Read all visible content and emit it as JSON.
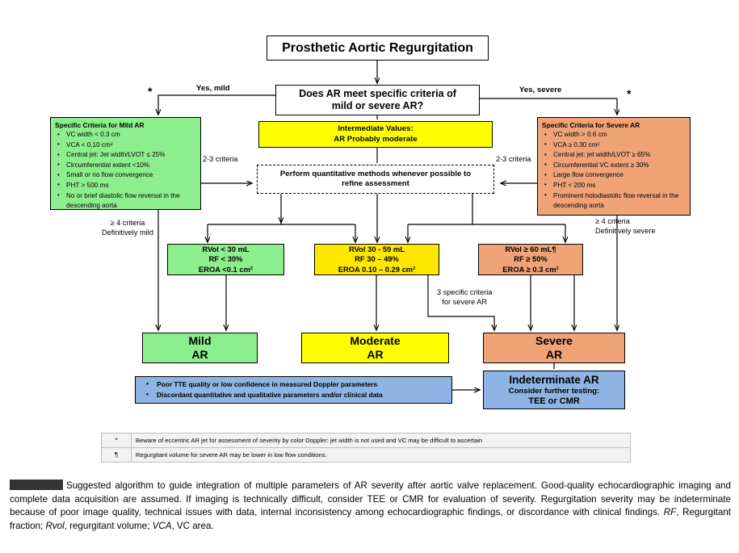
{
  "figure": {
    "title": "Prosthetic Aortic Regurgitation",
    "decision": "Does AR meet specific criteria of\nmild or severe AR?",
    "edge_labels": {
      "yes_mild": "Yes, mild",
      "yes_severe": "Yes, severe",
      "asterisk": "*",
      "two_three_left": "2-3 criteria",
      "two_three_right": "2-3 criteria",
      "ge4_left": "≥ 4 criteria\nDefinitively mild",
      "ge4_right": "≥ 4 criteria\nDefinitively severe",
      "three_specific": "3 specific criteria\nfor severe AR"
    },
    "mild_criteria": {
      "heading": "Specific Criteria for Mild AR",
      "items": [
        "VC width < 0.3 cm",
        "VCA < 0,10 cm²",
        "Central jet: Jet width/LVOT ≤ 25%",
        "Circumferential extent <10%",
        "Small or no flow convergence",
        "PHT > 500 ms",
        "No or brief diastolic flow reversal in the descending aorta"
      ],
      "color": "#8DEE8D"
    },
    "severe_criteria": {
      "heading": "Specific Criteria for Severe AR",
      "items": [
        "VC width  > 0.6 cm",
        "VCA ≥ 0.30 cm²",
        "Central jet: jet width/LVOT ≥ 65%",
        "Circumferential VC extent ≥ 30%",
        "Large flow convergence",
        "PHT  < 200 ms",
        "Prominent holodiastolic flow reversal in the descending aorta"
      ],
      "color": "#EFA377"
    },
    "intermediate": {
      "line1": "Intermediate Values:",
      "line2": "AR Probably moderate",
      "color": "#FFFF00"
    },
    "quantitative_prompt": {
      "line1": "Perform quantitative methods whenever possible to",
      "line2": "refine assessment"
    },
    "quant_results": [
      {
        "name": "mild",
        "line1": "RVol < 30 mL",
        "line2": "RF < 30%",
        "line3": "EROA <0.1 cm²",
        "color": "#8DEE8D"
      },
      {
        "name": "moderate",
        "line1": "RVol 30 - 59 mL",
        "line2": "RF 30 – 49%",
        "line3": "EROA 0.10 – 0.29 cm²",
        "color": "#FFE800"
      },
      {
        "name": "severe",
        "line1": "RVol ≥ 60 mL¶",
        "line2": "RF ≥ 50%",
        "line3": "EROA ≥ 0.3 cm²",
        "color": "#EFA377"
      }
    ],
    "outcomes": [
      {
        "name": "mild",
        "line1": "Mild",
        "line2": "AR",
        "color": "#8DEE8D"
      },
      {
        "name": "moderate",
        "line1": "Moderate",
        "line2": "AR",
        "color": "#FFFF00"
      },
      {
        "name": "severe",
        "line1": "Severe",
        "line2": "AR",
        "color": "#EFA377"
      }
    ],
    "indeterminate_criteria": {
      "items": [
        "Poor TTE quality or low confidence in measured Doppler parameters",
        "Discordant quantitative and qualitative parameters and/or clinical data"
      ],
      "color": "#8DB4E2"
    },
    "indeterminate_box": {
      "line1": "Indeterminate AR",
      "line2": "Consider further testing:",
      "line3": "TEE or CMR",
      "color": "#8DB4E2"
    },
    "footnotes": [
      {
        "symbol": "*",
        "text": "Beware of eccentric AR jet for assessment of severity by color Doppler: jet width is not used and VC may be difficult to ascertain"
      },
      {
        "symbol": "¶",
        "text": "Regurgitant volume for severe AR may be lower in low flow conditions."
      }
    ],
    "caption": {
      "part1": "Suggested algorithm to guide integration of multiple parameters of AR severity after aortic valve replacement. Good-quality echocardiographic imaging and complete data acquisition are assumed. If imaging is technically difficult, consider TEE or CMR for evaluation of severity. Regurgitation severity may be indeterminate because of poor image quality, technical issues with data, internal inconsistency among echocardiographic findings, or discordance with clinical findings. ",
      "abbr1": "RF",
      "part2": ", Regurgitant fraction; ",
      "abbr2": "Rvol",
      "part3": ", regurgitant volume; ",
      "abbr3": "VCA",
      "part4": ", VC area."
    }
  }
}
